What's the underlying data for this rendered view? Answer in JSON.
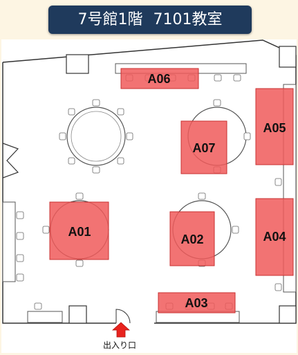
{
  "title": {
    "building": "7号館1階",
    "room": "7101教室"
  },
  "zones": [
    {
      "id": "A06"
    },
    {
      "id": "A05"
    },
    {
      "id": "A07"
    },
    {
      "id": "A01"
    },
    {
      "id": "A02"
    },
    {
      "id": "A04"
    },
    {
      "id": "A03"
    }
  ],
  "entrance": {
    "label": "出入り口"
  },
  "colors": {
    "title_bg": "#1f3a5c",
    "zone_fill": "#f05a5a",
    "entrance_arrow": "#e8231e",
    "background": "#fdf5e3"
  }
}
